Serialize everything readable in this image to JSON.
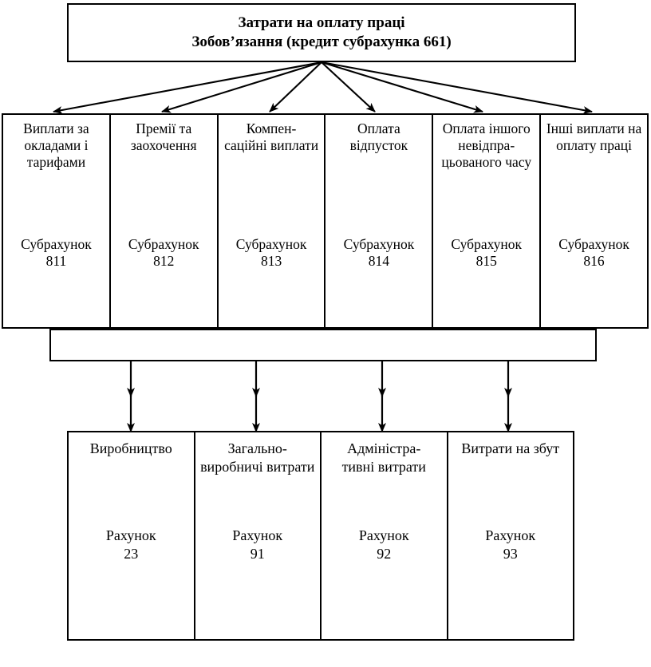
{
  "diagram": {
    "title_box": {
      "lines": [
        "Затрати на оплату праці",
        "Зобов’язання (кредит субрахунка 661)"
      ]
    },
    "subaccounts": [
      {
        "title": "Виплати за окладами і тарифами",
        "account_label": "Субрахунок",
        "account_number": "811"
      },
      {
        "title": "Премії та заохочення",
        "account_label": "Субрахунок",
        "account_number": "812"
      },
      {
        "title": "Компен-\nсаційні виплати",
        "account_label": "Субрахунок",
        "account_number": "813"
      },
      {
        "title": "Оплата відпусток",
        "account_label": "Субрахунок",
        "account_number": "814"
      },
      {
        "title": "Оплата іншого невідпра-\nцьованого часу",
        "account_label": "Субрахунок",
        "account_number": "815"
      },
      {
        "title": "Інші виплати на оплату праці",
        "account_label": "Субрахунок",
        "account_number": "816"
      }
    ],
    "destinations": [
      {
        "title": "Виробництво",
        "account_label": "Рахунок",
        "account_number": "23"
      },
      {
        "title": "Загально-\nвиробничі витрати",
        "account_label": "Рахунок",
        "account_number": "91"
      },
      {
        "title": "Адміністра-\nтивні витрати",
        "account_label": "Рахунок",
        "account_number": "92"
      },
      {
        "title": "Витрати на збут",
        "account_label": "Рахунок",
        "account_number": "93"
      }
    ],
    "colors": {
      "line": "#000000",
      "background": "#ffffff",
      "text": "#000000"
    }
  }
}
